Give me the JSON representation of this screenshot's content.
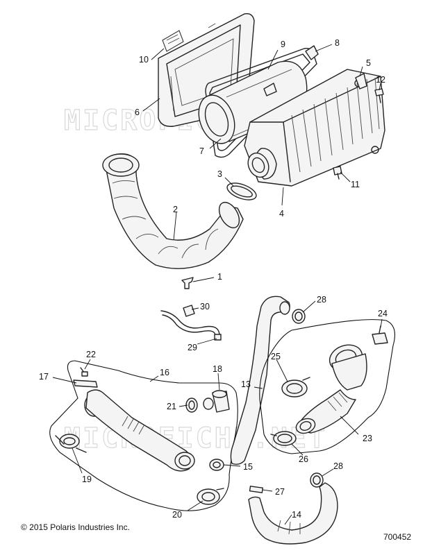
{
  "watermark": "MICROFICHE.NET",
  "copyright": "© 2015 Polaris Industries Inc.",
  "diagram_number": "700452",
  "callouts": {
    "c1": "1",
    "c2": "2",
    "c3": "3",
    "c4": "4",
    "c5": "5",
    "c6": "6",
    "c7": "7",
    "c8": "8",
    "c9": "9",
    "c10": "10",
    "c11": "11",
    "c12": "12",
    "c13": "13",
    "c14": "14",
    "c15": "15",
    "c16": "16",
    "c17": "17",
    "c18": "18",
    "c19": "19",
    "c20": "20",
    "c21": "21",
    "c22": "22",
    "c23": "23",
    "c24": "24",
    "c25": "25",
    "c26": "26",
    "c27": "27",
    "c28a": "28",
    "c28b": "28",
    "c29": "29",
    "c30": "30"
  }
}
